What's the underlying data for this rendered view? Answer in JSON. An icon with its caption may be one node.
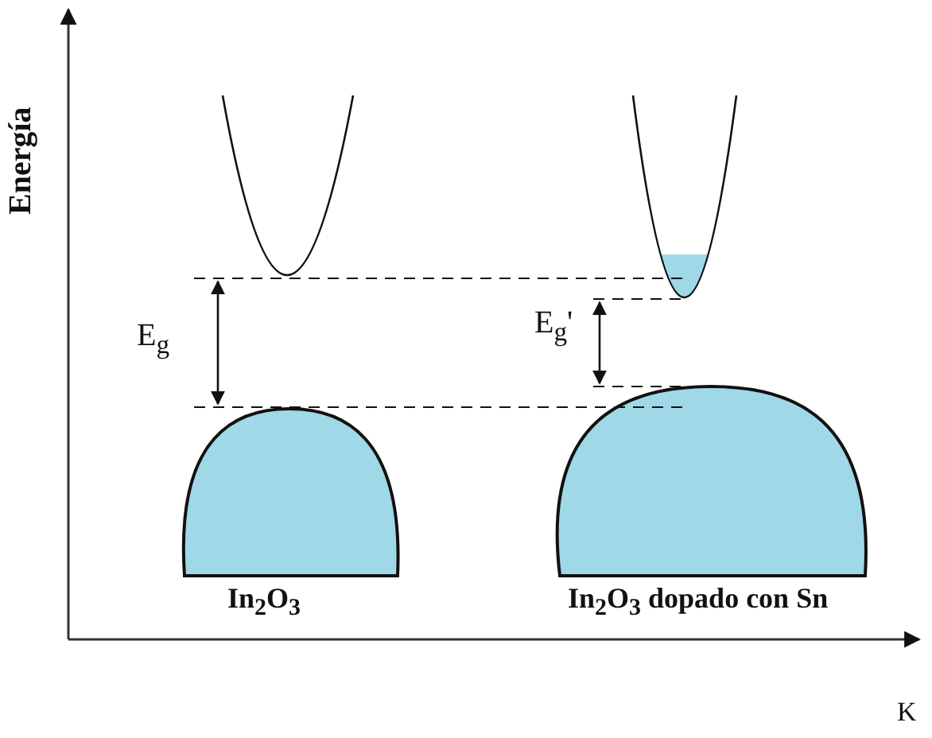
{
  "diagram": {
    "labels": [
      "Energía",
      "E$_{g}$",
      "E$_{g}$'",
      "In$_{2}$O$_{3}$",
      "In$_{2}$O$_{3}$ dopado con Sn",
      "K"
    ]
  }
}
